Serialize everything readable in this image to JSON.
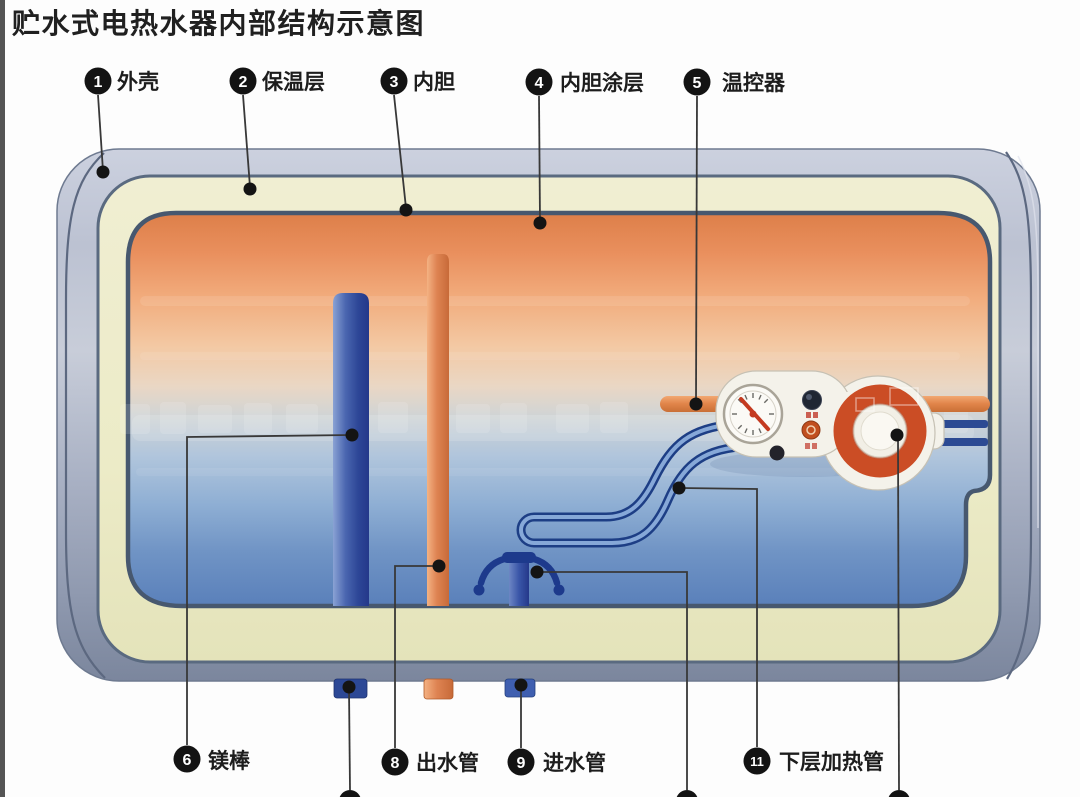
{
  "title": "贮水式电热水器内部结构示意图",
  "diagram": {
    "labels": [
      {
        "num": "1",
        "text": "外壳"
      },
      {
        "num": "2",
        "text": "保温层"
      },
      {
        "num": "3",
        "text": "内胆"
      },
      {
        "num": "4",
        "text": "内胆涂层"
      },
      {
        "num": "5",
        "text": "温控器"
      },
      {
        "num": "6",
        "text": "镁棒"
      },
      {
        "num": "8",
        "text": "出水管"
      },
      {
        "num": "9",
        "text": "进水管"
      },
      {
        "num": "11",
        "text": "下层加热管"
      }
    ],
    "colors": {
      "badge": "#131313",
      "callout_line": "#383838",
      "shell": "#b7bdcf",
      "insulation": "#edebc9",
      "tank_wall": "#47586f",
      "hot_water": "#dd7f49",
      "cold_water": "#5a80ba",
      "magnesium_rod": "#2d4697",
      "outlet_pipe": "#de8352",
      "inlet_pipe": "#1d3a8c",
      "heater_ring": "#cb4d25",
      "panel": "#f4f2ea"
    }
  }
}
